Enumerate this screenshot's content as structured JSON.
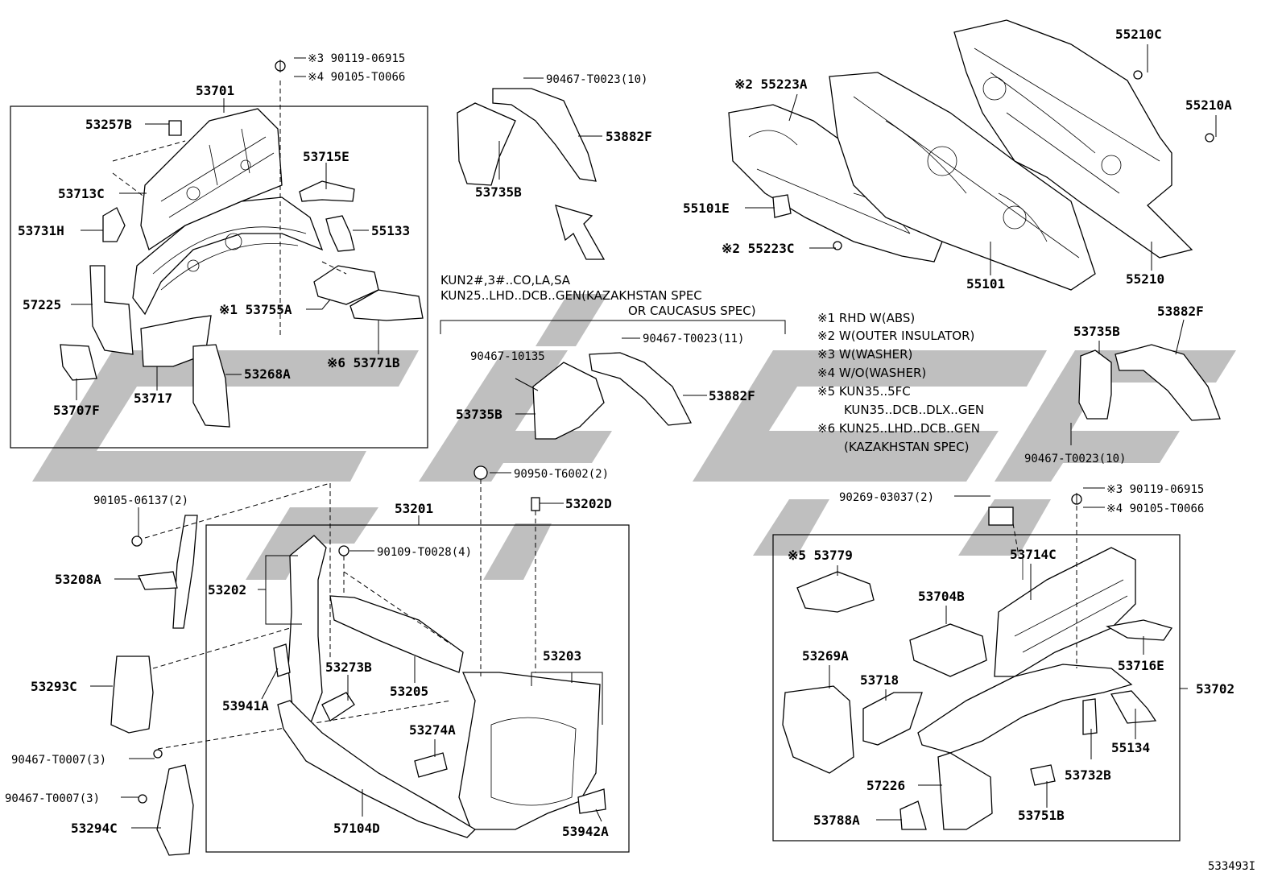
{
  "diagram_id": "533493I",
  "labels": {
    "p53701": "53701",
    "p53257B": "53257B",
    "p53713C": "53713C",
    "p53731H": "53731H",
    "p57225": "57225",
    "p53707F": "53707F",
    "p53717": "53717",
    "p53268A": "53268A",
    "p53715E": "53715E",
    "p55133": "55133",
    "p53755A": "※1 53755A",
    "p53771B": "※6 53771B",
    "b90119_top": "※3 90119-06915",
    "b90105_top": "※4 90105-T0066",
    "c90467_10_top": "90467-T0023(10)",
    "p53882F_top": "53882F",
    "p53735B_top": "53735B",
    "cond1": "KUN2#,3#..CO,LA,SA",
    "cond2": "KUN25..LHD..DCB..GEN(KAZAKHSTAN SPEC",
    "cond3": "OR CAUCASUS SPEC)",
    "c90467_11": "90467-T0023(11)",
    "c90467_10135": "90467-10135",
    "p53735B_mid": "53735B",
    "p53882F_mid": "53882F",
    "p55223A": "※2 55223A",
    "p55101E": "55101E",
    "p55223C": "※2 55223C",
    "p55101": "55101",
    "p55210C": "55210C",
    "p55210A": "55210A",
    "p55210": "55210",
    "p53735B_right": "53735B",
    "p53882F_right": "53882F",
    "c90467_10_right": "90467-T0023(10)",
    "b90105_06137": "90105-06137(2)",
    "p53208A": "53208A",
    "p53293C": "53293C",
    "c90467_T0007_1": "90467-T0007(3)",
    "c90467_T0007_2": "90467-T0007(3)",
    "p53294C": "53294C",
    "c90950": "90950-T6002(2)",
    "p53202D": "53202D",
    "p53201": "53201",
    "b90109": "90109-T0028(4)",
    "p53202": "53202",
    "p53273B": "53273B",
    "p53941A": "53941A",
    "p53205": "53205",
    "p53203": "53203",
    "p53274A": "53274A",
    "p57104D": "57104D",
    "p53942A": "53942A",
    "c90269": "90269-03037(2)",
    "b90119_bot": "※3 90119-06915",
    "b90105_bot": "※4 90105-T0066",
    "p53779": "※5 53779",
    "p53714C": "53714C",
    "p53704B": "53704B",
    "p53269A": "53269A",
    "p53718": "53718",
    "p53716E": "53716E",
    "p53702": "53702",
    "p55134": "55134",
    "p53732B": "53732B",
    "p57226": "57226",
    "p53788A": "53788A",
    "p53751B": "53751B"
  },
  "notes": [
    "※1 RHD W(ABS)",
    "※2 W(OUTER INSULATOR)",
    "※3 W(WASHER)",
    "※4 W/O(WASHER)",
    "※5 KUN35..5FC",
    "KUN35..DCB..DLX..GEN",
    "※6 KUN25..LHD..DCB..GEN",
    "(KAZAKHSTAN SPEC)"
  ]
}
